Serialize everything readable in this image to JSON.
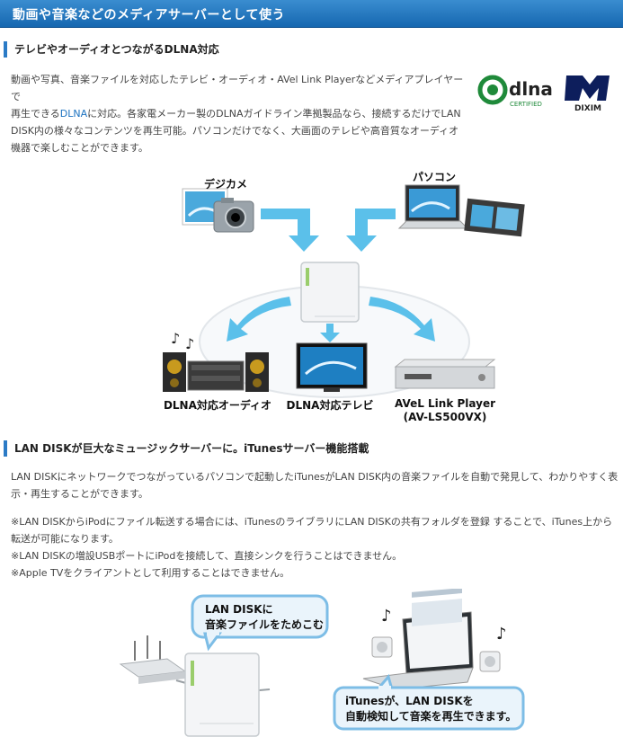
{
  "header": {
    "title": "動画や音楽などのメディアサーバーとして使う"
  },
  "section1": {
    "title": "テレビやオーディオとつながるDLNA対応",
    "para": {
      "line1": "動画や写真、音楽ファイルを対応したテレビ・オーディオ・AVel Link Playerなどメディアプレイヤーで",
      "line2_pre": "再生できる",
      "line2_link": "DLNA",
      "line2_post": "に対応。各家電メーカー製のDLNAガイドライン準拠製品なら、接続するだけでLAN",
      "line3": "DISK内の様々なコンテンツを再生可能。パソコンだけでなく、大画面のテレビや高音質なオーディオ",
      "line4": "機器で楽しむことができます。"
    },
    "logos": {
      "dlna_word": "dlna",
      "dlna_sub": "CERTIFIED",
      "dixim_word": "DIXIM"
    },
    "diagram": {
      "camera_label": "デジカメ",
      "pc_label": "パソコン",
      "audio_label": "DLNA対応オーディオ",
      "tv_label": "DLNA対応テレビ",
      "player_label_1": "AVeL Link Player",
      "player_label_2": "(AV-LS500VX)"
    }
  },
  "section2": {
    "title": "LAN DISKが巨大なミュージックサーバーに。iTunesサーバー機能搭載",
    "para1_line1": "LAN DISKにネットワークでつながっているパソコンで起動したiTunesがLAN DISK内の音楽ファイルを自動で発見して、わかりやすく表",
    "para1_line2": "示・再生することができます。",
    "note1_line1": "※LAN DISKからiPodにファイル転送する場合には、iTunesのライブラリにLAN DISKの共有フォルダを登録 することで、iTunes上から",
    "note1_line2": "転送が可能になります。",
    "note2": "※LAN DISKの増設USBポートにiPodを接続して、直接シンクを行うことはできません。",
    "note3": "※Apple TVをクライアントとして利用することはできません。",
    "bubble1_line1": "LAN DISKに",
    "bubble1_line2": "音楽ファイルをためこむ",
    "bubble2_line1": "iTunesが、LAN DISKを",
    "bubble2_line2": "自動検知して音楽を再生できます。"
  },
  "colors": {
    "accent": "#2b7bc6",
    "header_top": "#3a8dd0",
    "header_bottom": "#1667b0",
    "arrow": "#5bc0ea",
    "link": "#1d73c1"
  }
}
